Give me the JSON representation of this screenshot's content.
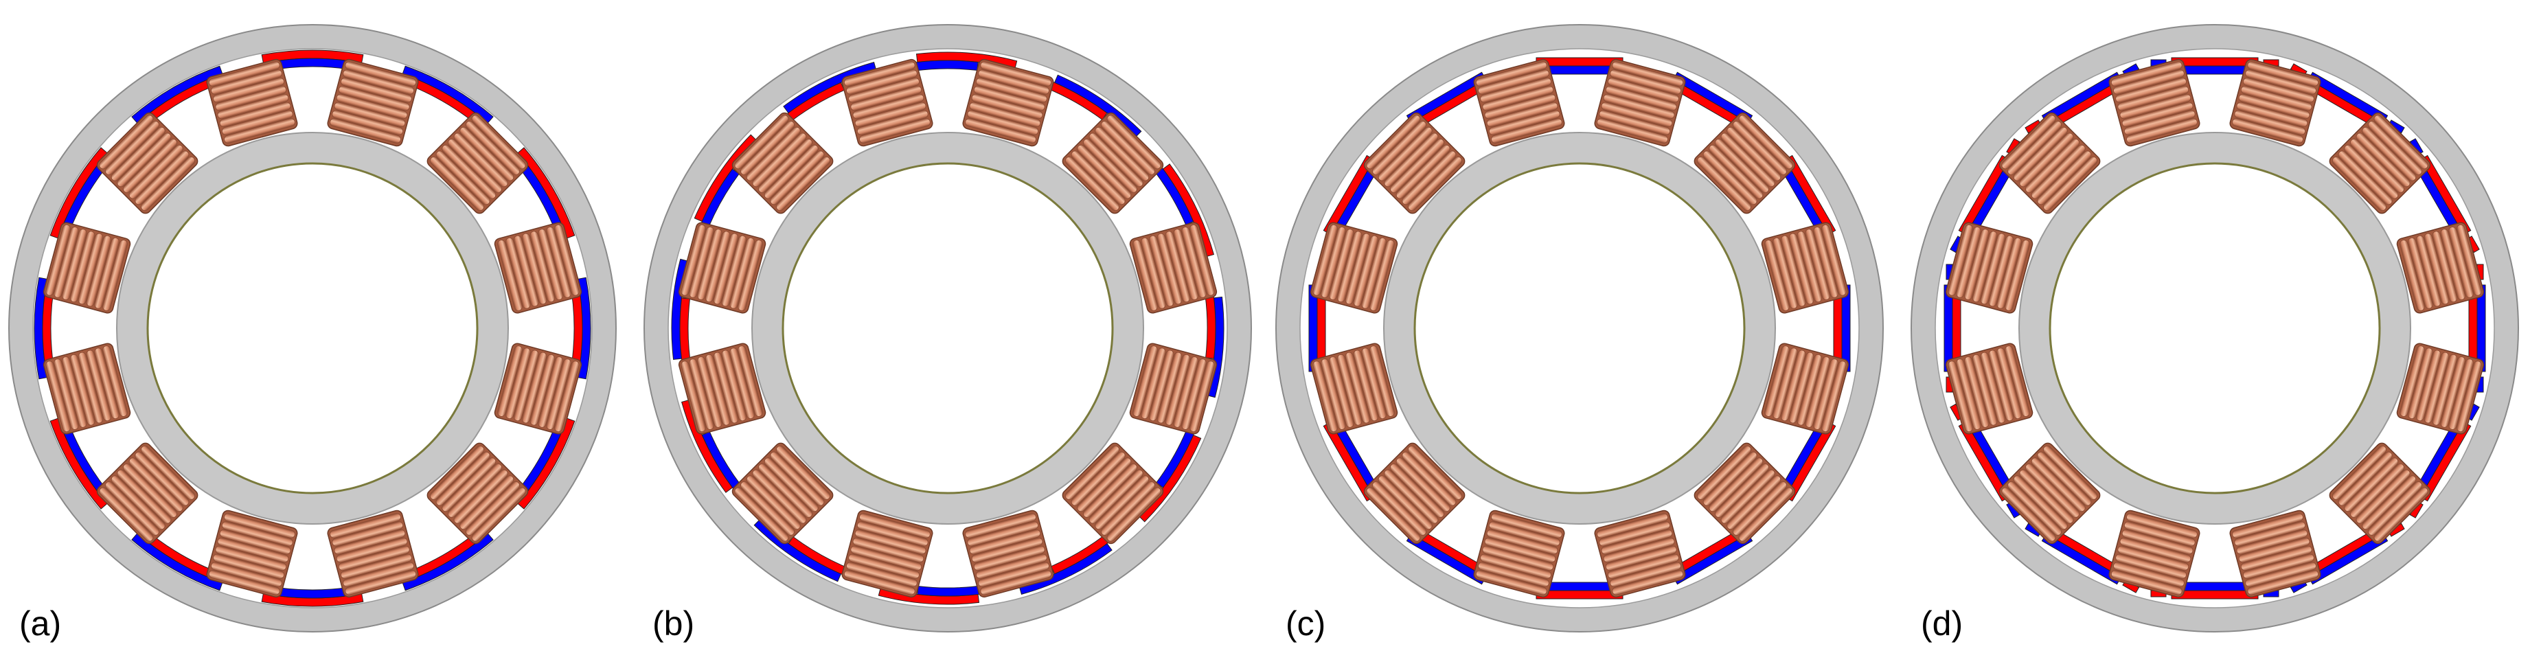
{
  "figure": {
    "panels": [
      {
        "label": "(a)",
        "magnet_style": "arc-ring",
        "magnets": 12,
        "coils": 12
      },
      {
        "label": "(b)",
        "magnet_style": "arc-tilted",
        "magnets": 12,
        "coils": 12
      },
      {
        "label": "(c)",
        "magnet_style": "rect-blocks",
        "magnets": 12,
        "coils": 12
      },
      {
        "label": "(d)",
        "magnet_style": "rect-blocks-with-side-pieces",
        "magnets": 12,
        "coils": 12
      }
    ],
    "colors": {
      "outer_ring": "#c4c4c4",
      "outer_ring_stroke": "#8a8a8a",
      "stator": "#c8c8c8",
      "bore_edge": "#7a7a3c",
      "coil_light": "#eaae8f",
      "coil_dark": "#b5674a",
      "magnet_north": "#ff0000",
      "magnet_south": "#0000ff"
    }
  }
}
